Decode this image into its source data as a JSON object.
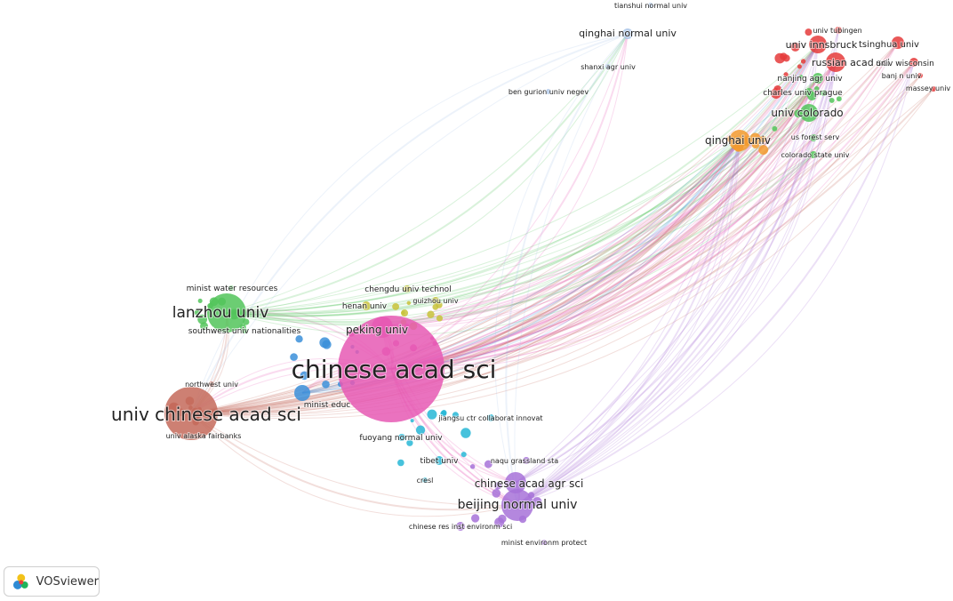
{
  "colors": {
    "pink": "#e659b4",
    "brown": "#c46a5a",
    "green": "#52c45a",
    "red": "#e53b3b",
    "orange": "#f39a2e",
    "blue": "#3b8fd9",
    "cyan": "#27b7d6",
    "purple": "#a772d8",
    "lightblue": "#a9c4e8",
    "olive": "#c8c23a"
  },
  "nodes": [
    {
      "id": "n1",
      "label": "chinese acad sci",
      "cluster": "pink",
      "weight": 10
    },
    {
      "id": "n2",
      "label": "univ chinese acad sci",
      "cluster": "brown",
      "weight": 8
    },
    {
      "id": "n3",
      "label": "lanzhou univ",
      "cluster": "green",
      "weight": 6
    },
    {
      "id": "n4",
      "label": "peking univ",
      "cluster": "pink",
      "weight": 4
    },
    {
      "id": "n5",
      "label": "beijing normal univ",
      "cluster": "purple",
      "weight": 5
    },
    {
      "id": "n6",
      "label": "chinese acad agr sci",
      "cluster": "purple",
      "weight": 3
    },
    {
      "id": "n7",
      "label": "qinghai univ",
      "cluster": "orange",
      "weight": 4
    },
    {
      "id": "n8",
      "label": "univ colorado",
      "cluster": "green",
      "weight": 3
    },
    {
      "id": "n9",
      "label": "univ innsbruck",
      "cluster": "red",
      "weight": 3
    },
    {
      "id": "n10",
      "label": "tsinghua univ",
      "cluster": "red",
      "weight": 2
    },
    {
      "id": "n11",
      "label": "russian acad sci",
      "cluster": "red",
      "weight": 3
    },
    {
      "id": "n12",
      "label": "univ wisconsin",
      "cluster": "red",
      "weight": 2
    },
    {
      "id": "n13",
      "label": "univ tubingen",
      "cluster": "red",
      "weight": 1
    },
    {
      "id": "n14",
      "label": "nanjing agr univ",
      "cluster": "green",
      "weight": 2
    },
    {
      "id": "n15",
      "label": "charles univ prague",
      "cluster": "green",
      "weight": 1
    },
    {
      "id": "n16",
      "label": "us forest serv",
      "cluster": "green",
      "weight": 1
    },
    {
      "id": "n17",
      "label": "colorado state univ",
      "cluster": "green",
      "weight": 1
    },
    {
      "id": "n18",
      "label": "massey univ",
      "cluster": "red",
      "weight": 1
    },
    {
      "id": "n19",
      "label": "banj n univ",
      "cluster": "red",
      "weight": 1
    },
    {
      "id": "n20",
      "label": "qinghai normal univ",
      "cluster": "lightblue",
      "weight": 2
    },
    {
      "id": "n21",
      "label": "tianshui normal univ",
      "cluster": "lightblue",
      "weight": 1
    },
    {
      "id": "n22",
      "label": "shanxi agr univ",
      "cluster": "lightblue",
      "weight": 1
    },
    {
      "id": "n23",
      "label": "ben gurion univ negev",
      "cluster": "lightblue",
      "weight": 1
    },
    {
      "id": "n24",
      "label": "minist water resources",
      "cluster": "green",
      "weight": 1
    },
    {
      "id": "n25",
      "label": "southwest univ nationalities",
      "cluster": "green",
      "weight": 1
    },
    {
      "id": "n26",
      "label": "northwest univ",
      "cluster": "brown",
      "weight": 1
    },
    {
      "id": "n27",
      "label": "univ alaska fairbanks",
      "cluster": "brown",
      "weight": 1
    },
    {
      "id": "n28",
      "label": "chengdu univ technol",
      "cluster": "olive",
      "weight": 1
    },
    {
      "id": "n29",
      "label": "guizhou univ",
      "cluster": "olive",
      "weight": 1
    },
    {
      "id": "n30",
      "label": "henan univ",
      "cluster": "olive",
      "weight": 1
    },
    {
      "id": "n31",
      "label": "minist educ",
      "cluster": "blue",
      "weight": 2
    },
    {
      "id": "n32",
      "label": "jiangsu ctr collaborat innovat",
      "cluster": "cyan",
      "weight": 1
    },
    {
      "id": "n33",
      "label": "fuoyang normal univ",
      "cluster": "cyan",
      "weight": 1
    },
    {
      "id": "n34",
      "label": "tibet univ",
      "cluster": "cyan",
      "weight": 1
    },
    {
      "id": "n35",
      "label": "cresl",
      "cluster": "cyan",
      "weight": 1
    },
    {
      "id": "n36",
      "label": "naqu grassland sta",
      "cluster": "purple",
      "weight": 1
    },
    {
      "id": "n37",
      "label": "chinese res inst environm sci",
      "cluster": "purple",
      "weight": 1
    },
    {
      "id": "n38",
      "label": "minist environm protect",
      "cluster": "purple",
      "weight": 1
    }
  ],
  "links": [
    [
      "n1",
      "n2"
    ],
    [
      "n1",
      "n3"
    ],
    [
      "n1",
      "n4"
    ],
    [
      "n1",
      "n5"
    ],
    [
      "n1",
      "n6"
    ],
    [
      "n1",
      "n7"
    ],
    [
      "n1",
      "n8"
    ],
    [
      "n1",
      "n9"
    ],
    [
      "n1",
      "n10"
    ],
    [
      "n1",
      "n11"
    ],
    [
      "n1",
      "n12"
    ],
    [
      "n1",
      "n14"
    ],
    [
      "n1",
      "n20"
    ],
    [
      "n1",
      "n31"
    ],
    [
      "n1",
      "n16"
    ],
    [
      "n1",
      "n17"
    ],
    [
      "n2",
      "n7"
    ],
    [
      "n2",
      "n8"
    ],
    [
      "n2",
      "n9"
    ],
    [
      "n2",
      "n10"
    ],
    [
      "n2",
      "n11"
    ],
    [
      "n2",
      "n12"
    ],
    [
      "n2",
      "n14"
    ],
    [
      "n2",
      "n3"
    ],
    [
      "n2",
      "n5"
    ],
    [
      "n2",
      "n18"
    ],
    [
      "n2",
      "n19"
    ],
    [
      "n2",
      "n15"
    ],
    [
      "n3",
      "n7"
    ],
    [
      "n3",
      "n8"
    ],
    [
      "n3",
      "n9"
    ],
    [
      "n3",
      "n14"
    ],
    [
      "n3",
      "n15"
    ],
    [
      "n3",
      "n17"
    ],
    [
      "n3",
      "n20"
    ],
    [
      "n4",
      "n7"
    ],
    [
      "n4",
      "n9"
    ],
    [
      "n4",
      "n11"
    ],
    [
      "n4",
      "n5"
    ],
    [
      "n5",
      "n7"
    ],
    [
      "n5",
      "n9"
    ],
    [
      "n5",
      "n11"
    ],
    [
      "n5",
      "n12"
    ],
    [
      "n5",
      "n6"
    ],
    [
      "n5",
      "n13"
    ],
    [
      "n6",
      "n7"
    ],
    [
      "n6",
      "n11"
    ],
    [
      "n31",
      "n7"
    ],
    [
      "n31",
      "n9"
    ],
    [
      "n20",
      "n5"
    ],
    [
      "n20",
      "n2"
    ]
  ],
  "logo": {
    "text": "VOSviewer",
    "icon": "vosviewer-logo-icon"
  }
}
